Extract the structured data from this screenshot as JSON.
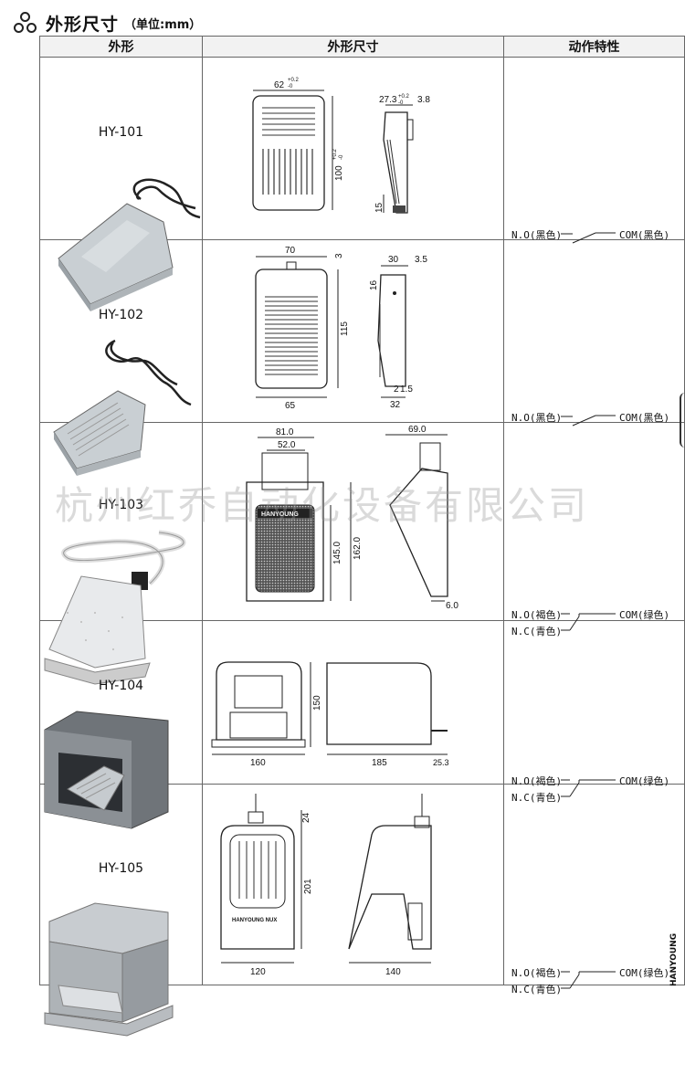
{
  "heading": {
    "title": "外形尺寸",
    "unit": "（单位:mm）"
  },
  "columns": [
    "外形",
    "外形尺寸",
    "动作特性"
  ],
  "rows": [
    {
      "model": "HY-101",
      "dims": [
        "62",
        "+0.2",
        "-0",
        "100",
        "+0.2",
        "-0",
        "27.3",
        "+0.2",
        "-0",
        "3.8",
        "15"
      ],
      "action": {
        "no": "N.O(黑色)",
        "com": "COM(黑色)"
      }
    },
    {
      "model": "HY-102",
      "dims": [
        "70",
        "3",
        "115",
        "65",
        "30",
        "3.5",
        "16",
        "2",
        "1.5",
        "32"
      ],
      "action": {
        "no": "N.O(黑色)",
        "com": "COM(黑色)"
      }
    },
    {
      "model": "HY-103",
      "dims": [
        "81.0",
        "52.0",
        "145.0",
        "162.0",
        "69.0",
        "6.0"
      ],
      "action": {
        "no": "N.O(褐色)",
        "nc": "N.C(青色)",
        "com": "COM(绿色)"
      },
      "logo": "HANYOUNG"
    },
    {
      "model": "HY-104",
      "dims": [
        "150",
        "160",
        "185",
        "25.3"
      ],
      "action": {
        "no": "N.O(褐色)",
        "nc": "N.C(青色)",
        "com": "COM(绿色)"
      }
    },
    {
      "model": "HY-105",
      "dims": [
        "24",
        "201",
        "120",
        "140"
      ],
      "action": {
        "no": "N.O(褐色)",
        "nc": "N.C(青色)",
        "com": "COM(绿色)"
      },
      "logo": "HANYOUNG NUX"
    }
  ],
  "watermark": "杭州红乔自动化设备有限公司",
  "brand": "HANYOUNG"
}
